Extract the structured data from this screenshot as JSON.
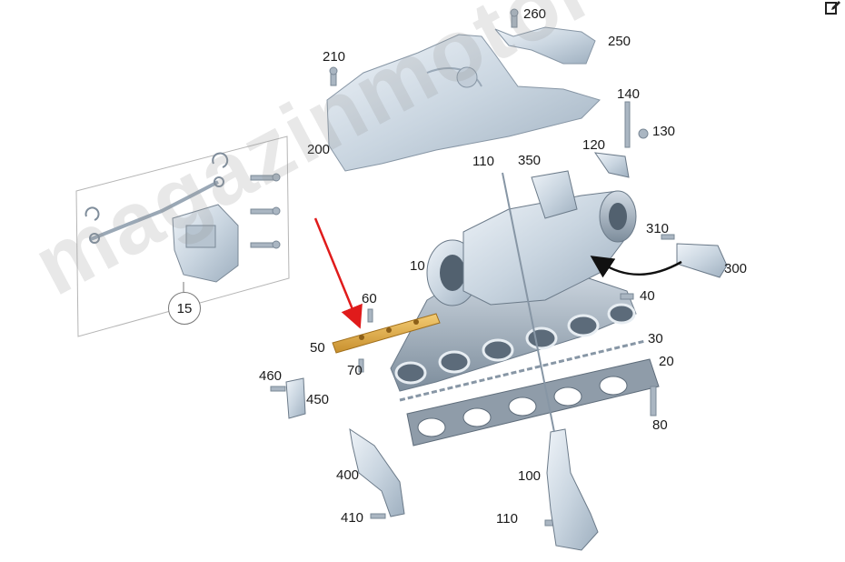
{
  "watermark": "magazinmotores.ru",
  "toolbar": {
    "edit_icon": "edit-icon"
  },
  "highlight_color": "#e8b24a",
  "arrow_color": "#e01b1b",
  "callouts": {
    "c260": "260",
    "c250": "250",
    "c210": "210",
    "c200": "200",
    "c140": "140",
    "c130": "130",
    "c120": "120",
    "c110a": "110",
    "c350": "350",
    "c310": "310",
    "c300": "300",
    "c10": "10",
    "c60": "60",
    "c40": "40",
    "c50": "50",
    "c70": "70",
    "c30": "30",
    "c20": "20",
    "c460": "460",
    "c450": "450",
    "c80": "80",
    "c400": "400",
    "c100": "100",
    "c410": "410",
    "c110b": "110",
    "c15": "15"
  }
}
